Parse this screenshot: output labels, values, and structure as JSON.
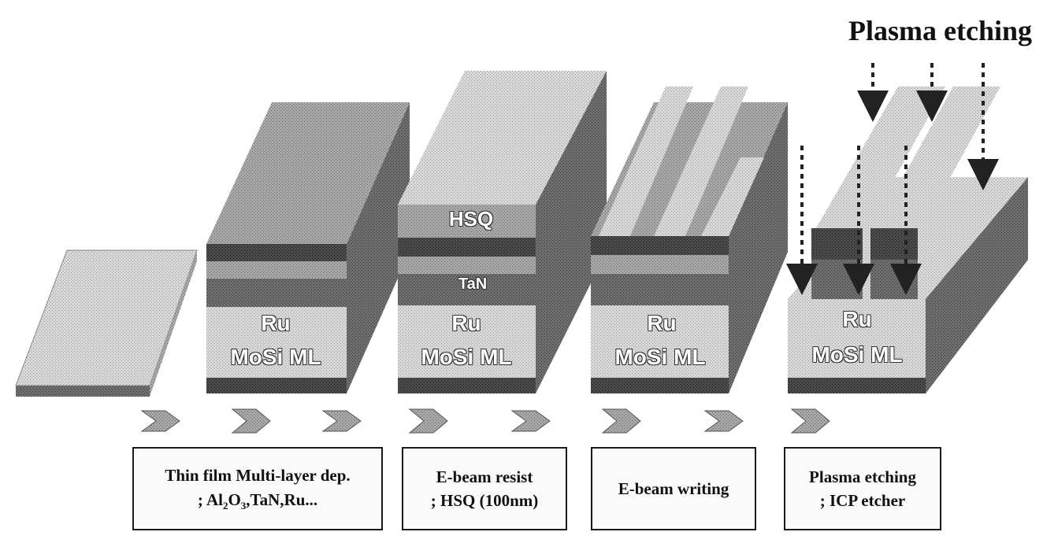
{
  "title": "Plasma etching",
  "layer_labels": {
    "hsq": "HSQ",
    "tan": "TaN",
    "ru": "Ru",
    "mosi": "MoSi ML"
  },
  "steps": [
    {
      "line1": "Thin film Multi-layer dep.",
      "line2_prefix": "; Al",
      "sub1": "2",
      "mid": "O",
      "sub2": "3",
      "line2_suffix": ",TaN,Ru..."
    },
    {
      "line1": "E-beam resist",
      "line2": "; HSQ (100nm)"
    },
    {
      "line1": "E-beam writing"
    },
    {
      "line1": "Plasma etching",
      "line2": "; ICP etcher"
    }
  ]
}
